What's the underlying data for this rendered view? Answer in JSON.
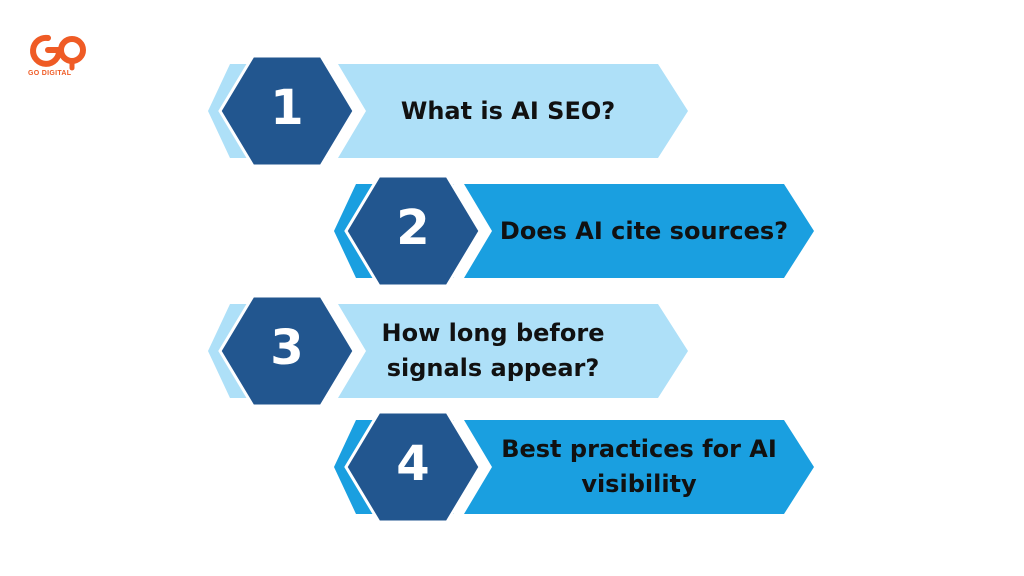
{
  "logo": {
    "text": "GO DIGITAL",
    "accent_color": "#ef5b25"
  },
  "steps": [
    {
      "number": "1",
      "label": "What is AI SEO?",
      "style": "light"
    },
    {
      "number": "2",
      "label": "Does AI cite sources?",
      "style": "dark"
    },
    {
      "number": "3",
      "label": "How long before signals appear?",
      "style": "light"
    },
    {
      "number": "4",
      "label": "Best practices for AI visibility",
      "style": "dark"
    }
  ],
  "colors": {
    "hexagon": "#22568f",
    "light_banner": "#aee0f8",
    "dark_banner": "#1a9fe0"
  }
}
